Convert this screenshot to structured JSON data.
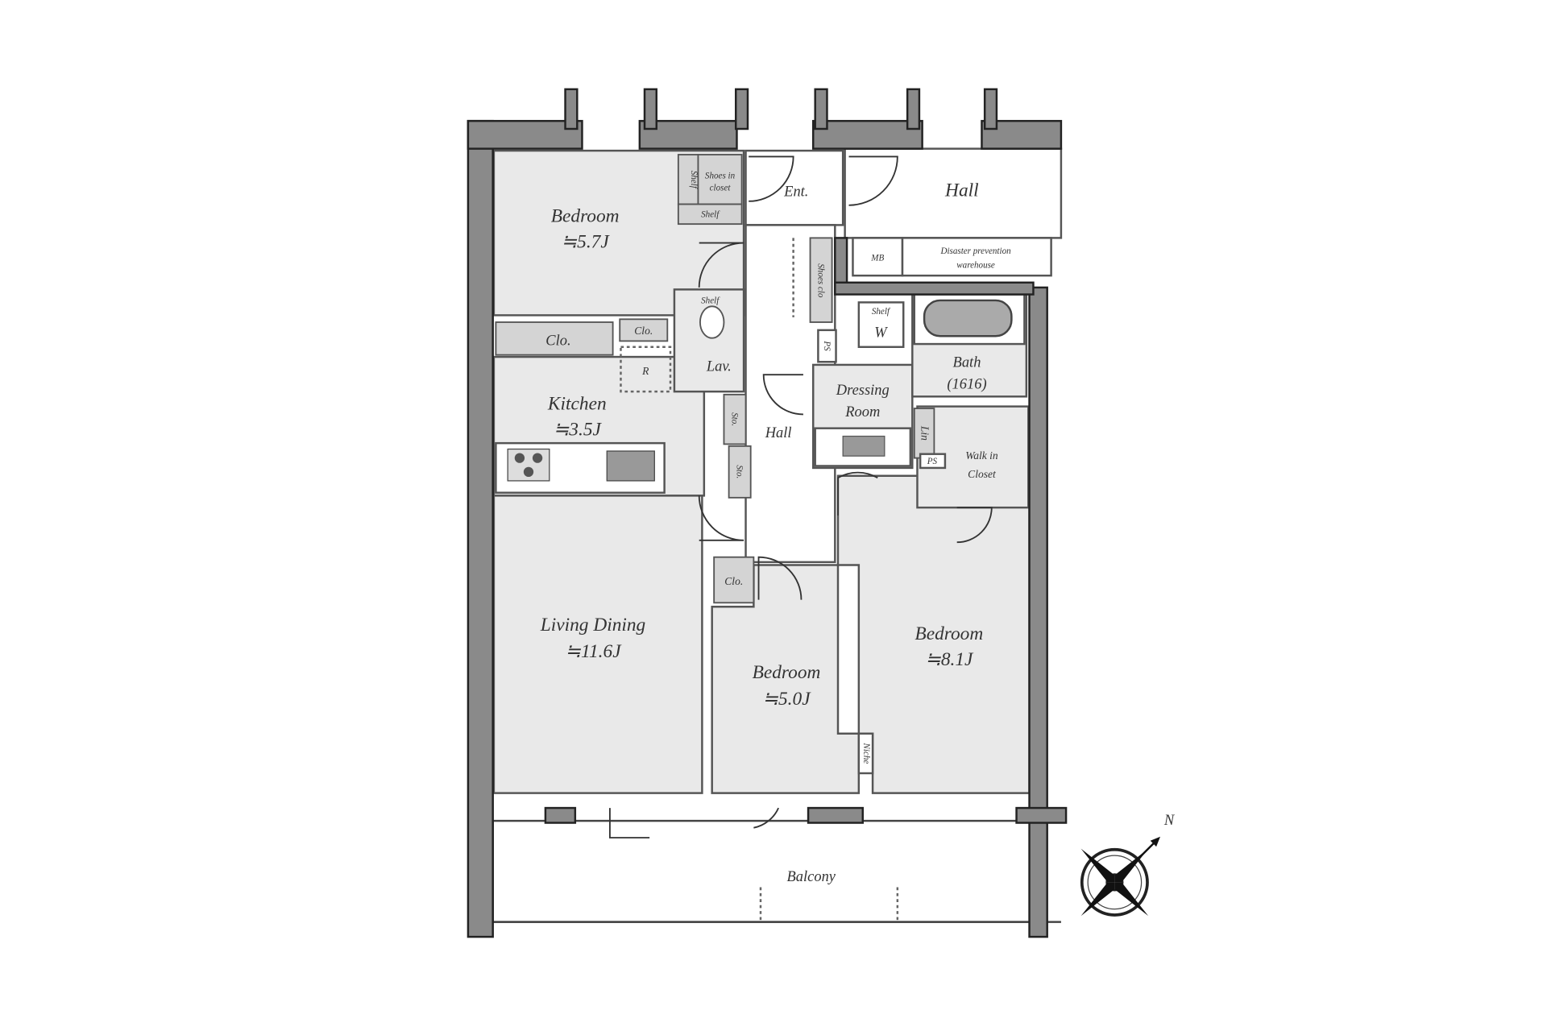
{
  "floor_plan": {
    "rooms": {
      "bedroom_nw": {
        "name": "Bedroom",
        "size": "≒5.7J"
      },
      "kitchen": {
        "name": "Kitchen",
        "size": "≒3.5J"
      },
      "living_dining": {
        "name": "Living Dining",
        "size": "≒11.6J"
      },
      "bedroom_s": {
        "name": "Bedroom",
        "size": "≒5.0J"
      },
      "bedroom_se": {
        "name": "Bedroom",
        "size": "≒8.1J"
      },
      "entrance": {
        "name": "Ent."
      },
      "hall_outer": {
        "name": "Hall"
      },
      "hall_inner": {
        "name": "Hall"
      },
      "lavatory": {
        "name": "Lav."
      },
      "dressing_room": {
        "name_line1": "Dressing",
        "name_line2": "Room"
      },
      "bath": {
        "name": "Bath",
        "size": "(1616)"
      },
      "walk_in_closet": {
        "name_line1": "Walk in",
        "name_line2": "Closet"
      },
      "balcony": {
        "name": "Balcony"
      }
    },
    "storage": {
      "shelf_vertical": "Shelf",
      "shoes_closet_line1": "Shoes in",
      "shoes_closet_line2": "closet",
      "shelf_horizontal": "Shelf",
      "shoes_clo": "Shoes clo",
      "clo_bedroom": "Clo.",
      "clo_small": "Clo.",
      "refrigerator": "R",
      "lav_shelf": "Shelf",
      "sto_1": "Sto.",
      "sto_2": "Sto.",
      "ps_1": "PS",
      "ps_2": "PS",
      "washer_shelf": "Shelf",
      "washer": "W",
      "linen": "Lin",
      "clo_bedroom_s": "Clo.",
      "niche": "Niche",
      "mb": "MB",
      "warehouse_line1": "Disaster prevention",
      "warehouse_line2": "warehouse"
    },
    "compass": {
      "north_label": "N"
    },
    "colors": {
      "wall": "#8a8a8a",
      "room_fill": "#e9e9e9",
      "storage_fill": "#d4d4d4"
    }
  }
}
